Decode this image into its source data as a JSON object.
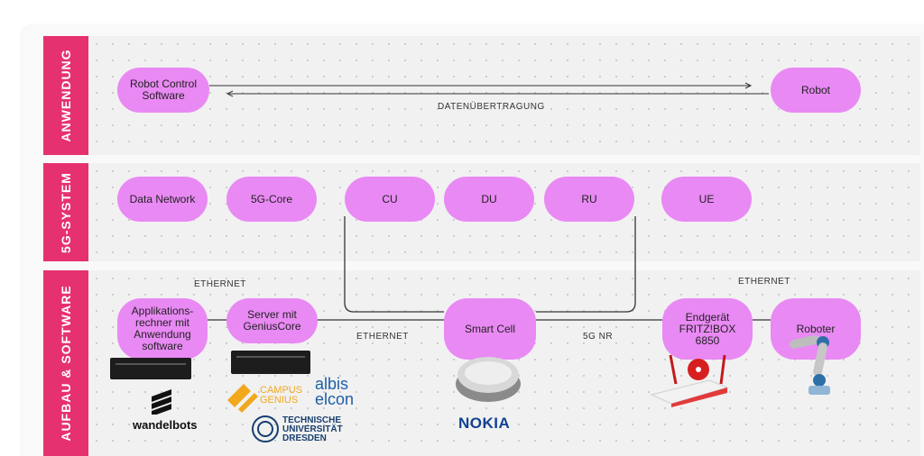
{
  "bands": {
    "application": "ANWENDUNG",
    "system": "5G-SYSTEM",
    "setup": "AUFBAU & SOFTWARE"
  },
  "application": {
    "left_node": "Robot Control\nSoftware",
    "right_node": "Robot",
    "link_label": "DATENÜBERTRAGUNG"
  },
  "system": {
    "data_network": "Data Network",
    "core": "5G-Core",
    "cu": "CU",
    "du": "DU",
    "ru": "RU",
    "ue": "UE"
  },
  "setup": {
    "app_computer": "Applikations-\nrechner mit\nAnwendung\nsoftware",
    "server": "Server mit\nGeniusCore",
    "smart_cell": "Smart Cell",
    "endgeraet": "Endgerät\nFRITZ!BOX\n6850",
    "roboter": "Roboter",
    "ethernet_1": "ETHERNET",
    "ethernet_2": "ETHERNET",
    "nr_label": "5G NR",
    "ethernet_3": "ETHERNET"
  },
  "logos": {
    "wandelbots": "wandelbots",
    "campus_genius": "CAMPUS\nGENIUS",
    "albis_elcon": "albis\nelcon",
    "tu_dresden": "TECHNISCHE\nUNIVERSITÄT\nDRESDEN",
    "nokia": "NOKIA"
  },
  "colors": {
    "band_label": "#e63170",
    "node": "#e989f4"
  }
}
